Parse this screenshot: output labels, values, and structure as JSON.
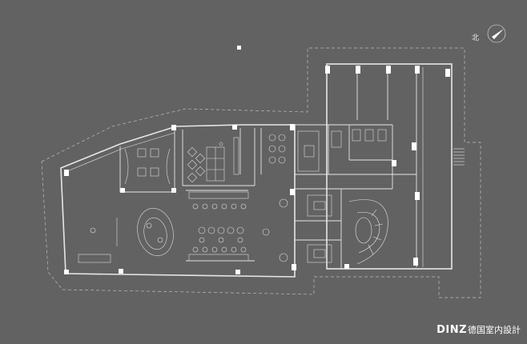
{
  "north_arrow": {
    "label": "北",
    "icon": "north-arrow-icon"
  },
  "watermark": {
    "brand": "DINZ",
    "name": "德国室内設計"
  },
  "colors": {
    "background": "#626262",
    "lines": "#e6e6e6"
  }
}
